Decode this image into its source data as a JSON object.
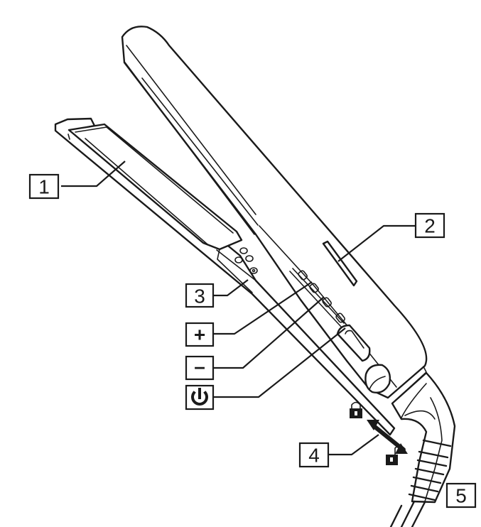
{
  "callouts": [
    {
      "id": "1",
      "text": "1"
    },
    {
      "id": "2",
      "text": "2"
    },
    {
      "id": "3",
      "text": "3"
    },
    {
      "id": "4",
      "text": "4"
    },
    {
      "id": "5",
      "text": "5"
    }
  ],
  "buttons": {
    "plus": "+",
    "minus": "–",
    "power": "power-icon"
  },
  "icons": [
    "lock-icon",
    "unlock-icon",
    "double-arrow-icon"
  ]
}
